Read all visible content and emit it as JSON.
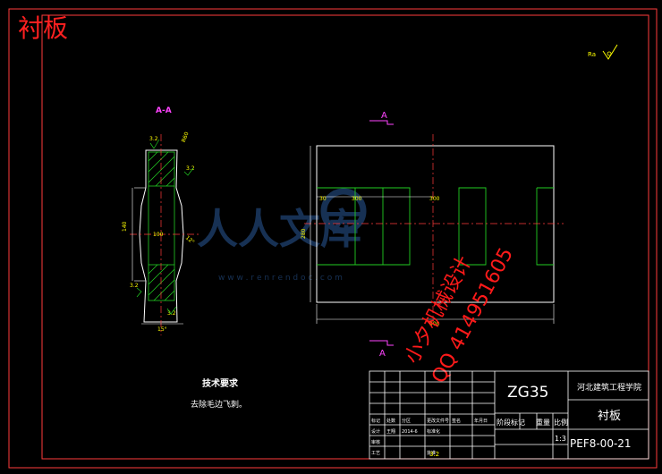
{
  "header": {
    "title": "衬板"
  },
  "section": {
    "label": "A-A",
    "cut_mark": "A"
  },
  "roughness": {
    "corner": "Ra",
    "values": [
      "3.2",
      "3.2",
      "3.2",
      "3.2",
      "3.2"
    ]
  },
  "section_dims": {
    "height": "140",
    "thickness": "12°",
    "bottom": "15°",
    "inner": "100",
    "angle": "R60"
  },
  "front_dims": {
    "slot_a": "30",
    "slot_b": "300",
    "slot_c": "300",
    "height": "280",
    "width": "900"
  },
  "watermark": {
    "brand": "人人文库",
    "url": "w w w . r e n r e n d o c . c o m",
    "line1": "小夕机械设计",
    "line2": "QQ 414951605"
  },
  "notes": {
    "title": "技术要求",
    "line1": "去除毛边飞刺。"
  },
  "title_block": {
    "material": "ZG35",
    "school": "河北建筑工程学院",
    "part_name": "衬板",
    "drawing_no": "PEF8-00-21",
    "stage_label": "阶段标记",
    "weight_label": "重量",
    "scale_label": "比例",
    "scale_value": "1:3",
    "rows": [
      {
        "c1": "标记",
        "c2": "处数",
        "c3": "分区",
        "c4": "更改文件号",
        "c5": "签名",
        "c6": "年月日"
      },
      {
        "c1": "设计",
        "c2": "王翔",
        "c3": "2014-6",
        "c4": "标准化",
        "c5": "",
        "c6": ""
      },
      {
        "c1": "审核",
        "c2": "",
        "c3": "",
        "c4": "",
        "c5": "",
        "c6": ""
      },
      {
        "c1": "工艺",
        "c2": "",
        "c3": "",
        "c4": "批准",
        "c5": "",
        "c6": ""
      }
    ]
  }
}
